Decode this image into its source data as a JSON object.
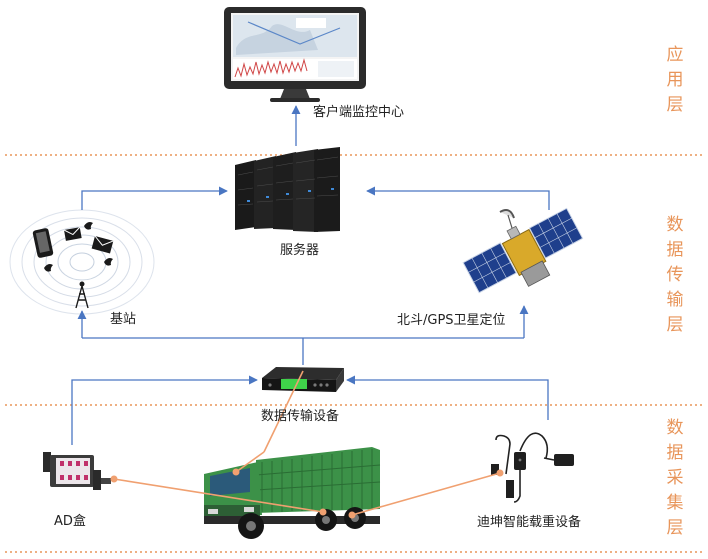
{
  "layers": {
    "application": [
      "应",
      "用",
      "层"
    ],
    "transport": [
      "数",
      "据",
      "传",
      "输",
      "层"
    ],
    "collection": [
      "数",
      "据",
      "采",
      "集",
      "层"
    ]
  },
  "nodes": {
    "client": "客户端监控中心",
    "server": "服务器",
    "base_station": "基站",
    "satellite": "北斗/GPS卫星定位",
    "transmitter": "数据传输设备",
    "ad_box": "AD盒",
    "weighing": "迪坤智能载重设备"
  },
  "colors": {
    "arrow": "#4a76c2",
    "divider": "#e8955a",
    "layer_text": "#e8955a",
    "cable": "#f0a070"
  }
}
